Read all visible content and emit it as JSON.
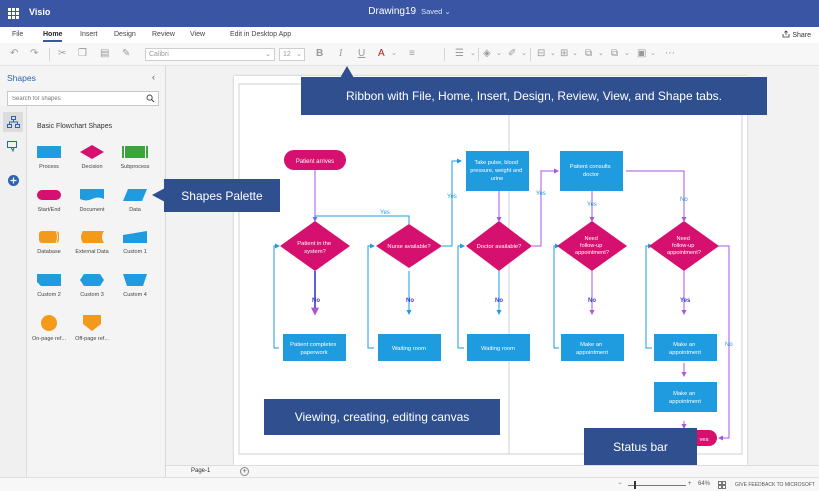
{
  "app": {
    "name": "Visio",
    "doc_title": "Drawing19",
    "status": "Saved"
  },
  "menu": {
    "tabs": [
      {
        "label": "File"
      },
      {
        "label": "Home"
      },
      {
        "label": "Insert"
      },
      {
        "label": "Design"
      },
      {
        "label": "Review"
      },
      {
        "label": "View"
      },
      {
        "label": "Edit in Desktop App"
      }
    ],
    "active_tab": "Home",
    "share_label": "Share"
  },
  "toolbar": {
    "font_name": "Calibri",
    "font_size": "12",
    "bold": "B",
    "italic": "I",
    "underline": "U",
    "font_color": "A"
  },
  "shapes_panel": {
    "title": "Shapes",
    "search_placeholder": "Search for shapes",
    "stencil_title": "Basic Flowchart Shapes",
    "shapes": [
      {
        "label": "Process",
        "kind": "process"
      },
      {
        "label": "Decision",
        "kind": "decision"
      },
      {
        "label": "Subprocess",
        "kind": "subprocess"
      },
      {
        "label": "Start/End",
        "kind": "startend"
      },
      {
        "label": "Document",
        "kind": "document"
      },
      {
        "label": "Data",
        "kind": "data"
      },
      {
        "label": "Database",
        "kind": "database"
      },
      {
        "label": "External Data",
        "kind": "external"
      },
      {
        "label": "Custom 1",
        "kind": "custom1"
      },
      {
        "label": "Custom 2",
        "kind": "custom2"
      },
      {
        "label": "Custom 3",
        "kind": "custom3"
      },
      {
        "label": "Custom 4",
        "kind": "custom4"
      },
      {
        "label": "On-page ref...",
        "kind": "onpage"
      },
      {
        "label": "Off-page ref...",
        "kind": "offpage"
      }
    ]
  },
  "diagram": {
    "start": "Patient arrives",
    "vitals": [
      "Take pulse, blood",
      "pressure, weight and",
      "urine"
    ],
    "consult": [
      "Patient consults",
      "doctor"
    ],
    "d1": [
      "Patient in the",
      "system?"
    ],
    "d2": [
      "Nurse available?"
    ],
    "d3": [
      "Doctor available?"
    ],
    "d4": [
      "Need",
      "follow-up",
      "appointment?"
    ],
    "d5": [
      "Need",
      "follow-up",
      "appointment?"
    ],
    "p1": [
      "Patient completes",
      "paperwork"
    ],
    "p2": [
      "Waiting room"
    ],
    "p3": [
      "Waiting room"
    ],
    "p4": [
      "Make an",
      "appointment"
    ],
    "p5": [
      "Make an",
      "appointment"
    ],
    "p6": [
      "Make an",
      "appointment"
    ],
    "end_partial": "ves",
    "yes": "Yes",
    "no": "No"
  },
  "callouts": {
    "ribbon": "Ribbon with File, Home, Insert, Design, Review, View, and Shape tabs.",
    "palette": "Shapes Palette",
    "canvas": "Viewing, creating, editing canvas",
    "status": "Status bar"
  },
  "page_tabs": {
    "current": "Page-1"
  },
  "status": {
    "zoom_minus": "−",
    "zoom_plus": "+",
    "zoom_value": "64%",
    "feedback": "GIVE FEEDBACK TO MICROSOFT"
  },
  "colors": {
    "brand": "#3955a3",
    "callout": "#2f4f8f",
    "process": "#1f9be0",
    "decision": "#d6106e",
    "connector": "#a855e0",
    "database": "#f39a1b",
    "subprocess": "#3ca43c"
  }
}
